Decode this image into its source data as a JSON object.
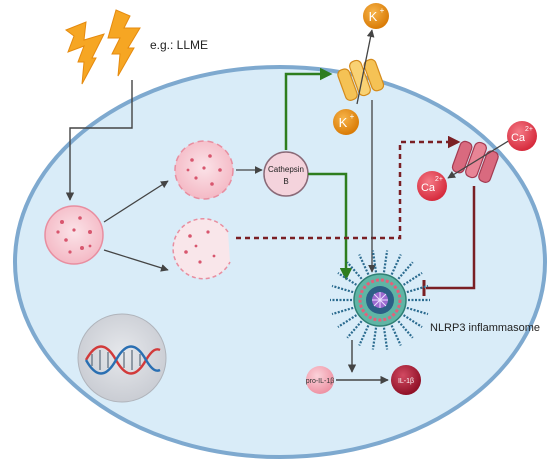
{
  "stimulus": {
    "label": "e.g.: LLME"
  },
  "cathepsin": {
    "line1": "Cathepsin",
    "line2": "B"
  },
  "ions": {
    "k_symbol": "K",
    "k_charge": "+",
    "ca_symbol": "Ca",
    "ca_charge": "2+"
  },
  "inflammasome": {
    "label": "NLRP3 inflammasome"
  },
  "cytokines": {
    "pro": "pro-IL-1β",
    "mature": "IL-1β"
  },
  "colors": {
    "cell_fill": "#d9ecf8",
    "cell_stroke": "#7ea9cf",
    "lysosome": "#f7c9d2",
    "green_arrow": "#2e7d1e",
    "dark_red": "#7a1f24",
    "gold": "#f6a623",
    "ion_ca": "#e5404f",
    "ion_k": "#e58a0e",
    "k_channel": "#f5c255",
    "ca_channel": "#d96a7f"
  }
}
